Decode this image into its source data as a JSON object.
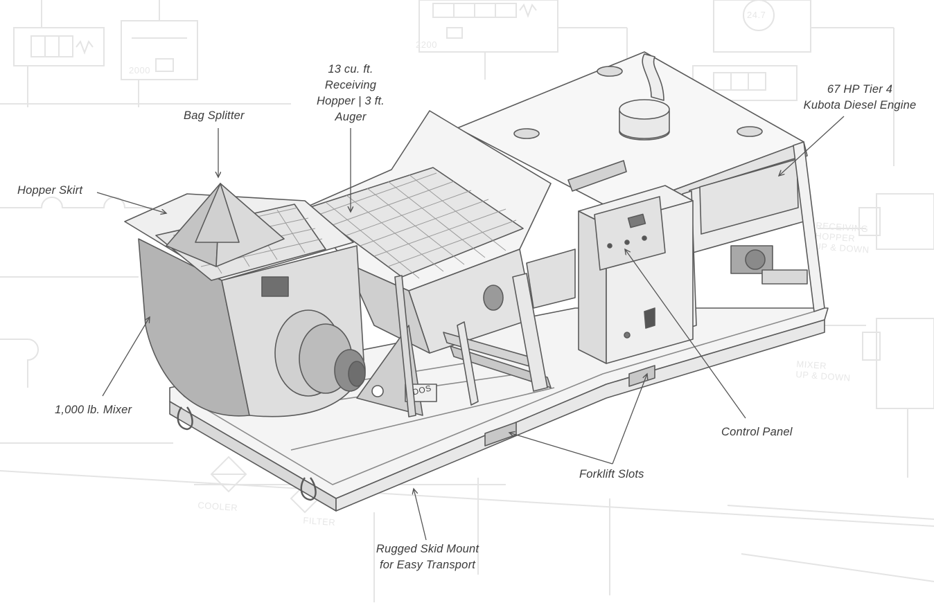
{
  "callouts": {
    "bag_splitter": "Bag Splitter",
    "hopper_skirt": "Hopper Skirt",
    "receiving_hopper": [
      "13 cu. ft.",
      "Receiving",
      "Hopper  |  3 ft.",
      "Auger"
    ],
    "engine": [
      "67 HP Tier 4",
      "Kubota Diesel Engine"
    ],
    "mixer": "1,000 lb. Mixer",
    "control_panel": "Control Panel",
    "forklift_slots": "Forklift Slots",
    "skid_mount": [
      "Rugged Skid Mount",
      "for Easy Transport"
    ]
  },
  "schematic_labels": {
    "pressure_a": "2200",
    "pressure_b": "2000",
    "gauge": "24.7",
    "receiving": [
      "RECEIVING",
      "HOPPER",
      "UP & DOWN"
    ],
    "mixer": [
      "MIXER",
      "UP & DOWN"
    ],
    "cooler": "COOLER",
    "filter": "FILTER"
  },
  "machine_text": {
    "brand": "DOS"
  },
  "colors": {
    "callout_text": "#3a3a3a",
    "leader_line": "#555555",
    "schematic": "#e4e4e4",
    "machine_stroke": "#5a5a5a",
    "machine_fill_light": "#efefef",
    "machine_fill_mid": "#d6d6d6",
    "machine_fill_dark": "#9c9c9c"
  }
}
